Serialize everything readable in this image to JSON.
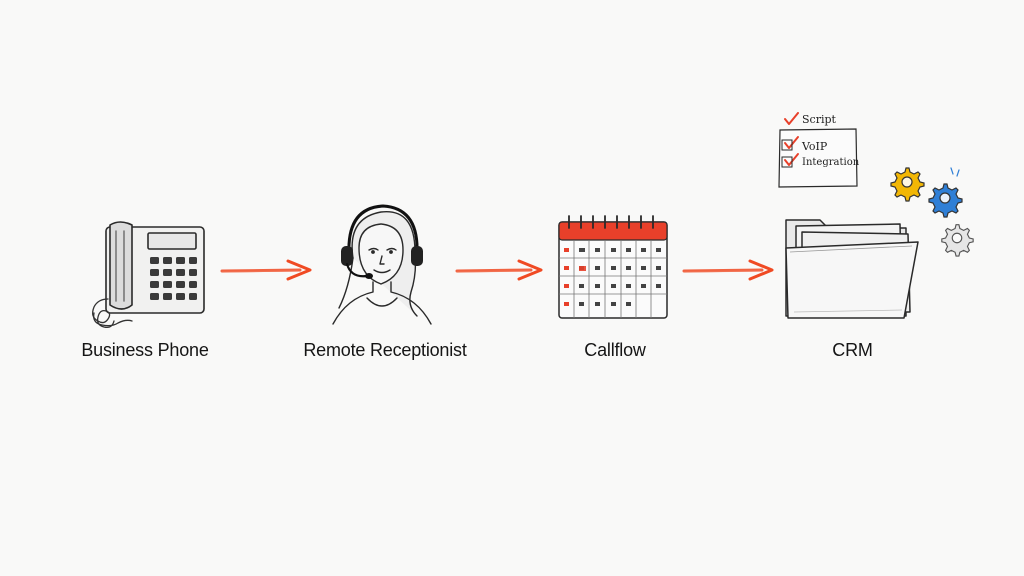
{
  "nodes": [
    {
      "id": "business-phone",
      "label": "Business Phone",
      "icon": "desk-phone-icon"
    },
    {
      "id": "remote-receptionist",
      "label": "Remote Receptionist",
      "icon": "headset-person-icon"
    },
    {
      "id": "callflow",
      "label": "Callflow",
      "icon": "calendar-icon"
    },
    {
      "id": "crm",
      "label": "CRM",
      "icon": "folder-icon"
    }
  ],
  "checklist": {
    "items": [
      "Script",
      "VoIP",
      "Integration"
    ]
  },
  "colors": {
    "arrow": "#f04a23",
    "calendar_header": "#e8402a",
    "gear_yellow": "#f2b705",
    "gear_blue": "#2f7fd6",
    "gear_gray": "#8a8a8a",
    "ink": "#2a2a2a"
  }
}
